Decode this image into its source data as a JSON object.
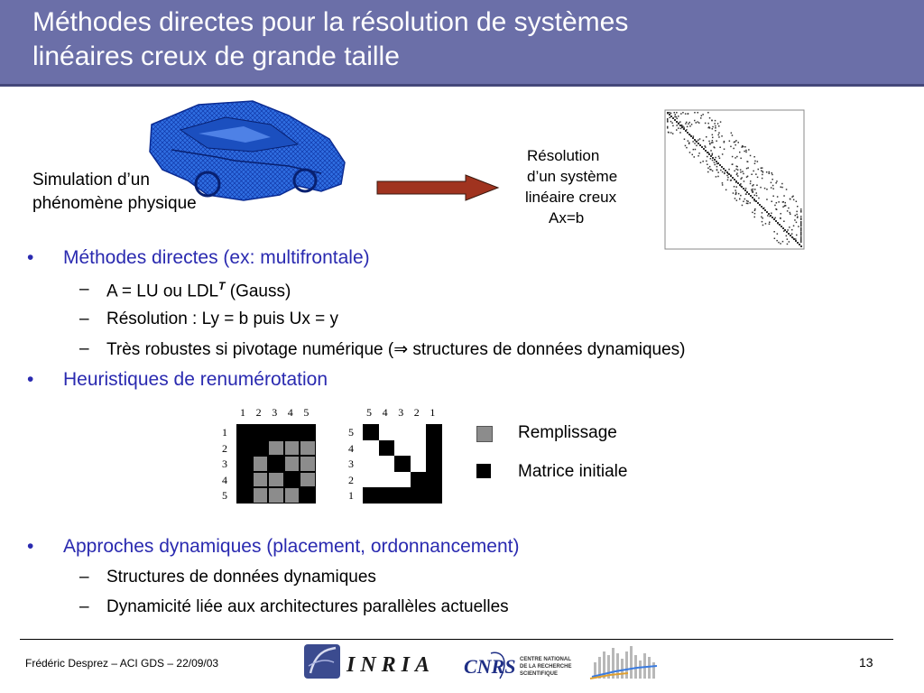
{
  "slide": {
    "title_line1": "Méthodes directes pour la résolution de systèmes",
    "title_line2": "linéaires creux de grande taille"
  },
  "diagram": {
    "simulation_line1": "Simulation d’un",
    "simulation_line2": "phénomène physique",
    "resolution_line1": "Résolution",
    "resolution_line2": "d’un système",
    "resolution_line3": "linéaire creux",
    "resolution_line4": "Ax=b"
  },
  "bullets": {
    "b1": "Méthodes directes (ex: multifrontale)",
    "b1_sub1_pre": "A = LU  ou LDL",
    "b1_sub1_sup": "T",
    "b1_sub1_post": " (Gauss)",
    "b1_sub2": "Résolution : Ly = b puis Ux = y",
    "b1_sub3_pre": "Très robustes si pivotage numérique (",
    "b1_sub3_post": " structures de données dynamiques)",
    "b2": "Heuristiques de renumérotation",
    "b3": "Approches dynamiques (placement, ordonnancement)",
    "b3_sub1": "Structures de données dynamiques",
    "b3_sub2": "Dynamicité liée aux architectures parallèles actuelles",
    "bullet_char": "•",
    "dash_char": "–",
    "implies_char": "⇒"
  },
  "matrices": {
    "m1_col_labels": [
      "1",
      "2",
      "3",
      "4",
      "5"
    ],
    "m1_row_labels": [
      "1",
      "2",
      "3",
      "4",
      "5"
    ],
    "m2_col_labels": [
      "5",
      "4",
      "3",
      "2",
      "1"
    ],
    "m2_row_labels": [
      "5",
      "4",
      "3",
      "2",
      "1"
    ],
    "m1_cells": [
      [
        1,
        1,
        1,
        1,
        1
      ],
      [
        1,
        1,
        2,
        2,
        2
      ],
      [
        1,
        2,
        1,
        2,
        2
      ],
      [
        1,
        2,
        2,
        1,
        2
      ],
      [
        1,
        2,
        2,
        2,
        1
      ]
    ],
    "m2_cells": [
      [
        1,
        0,
        0,
        0,
        1
      ],
      [
        0,
        1,
        0,
        0,
        1
      ],
      [
        0,
        0,
        1,
        0,
        1
      ],
      [
        0,
        0,
        0,
        1,
        1
      ],
      [
        1,
        1,
        1,
        1,
        1
      ]
    ],
    "colors": {
      "black": "#000000",
      "gray": "#8c8c8c",
      "white": "#ffffff"
    }
  },
  "legend": {
    "fill_label": "Remplissage",
    "initial_label": "Matrice initiale"
  },
  "footer": {
    "author": "Frédéric Desprez – ACI GDS – 22/09/03",
    "page": "13",
    "inria_text": "INRIA",
    "cnrs_text": "CNRS",
    "cnrs_sub1": "CENTRE NATIONAL",
    "cnrs_sub2": "DE LA RECHERCHE",
    "cnrs_sub3": "SCIENTIFIQUE"
  },
  "colors": {
    "header_bg": "#6b6fa8",
    "bullet_blue": "#2a2ab0",
    "arrow_fill": "#a0331f"
  }
}
